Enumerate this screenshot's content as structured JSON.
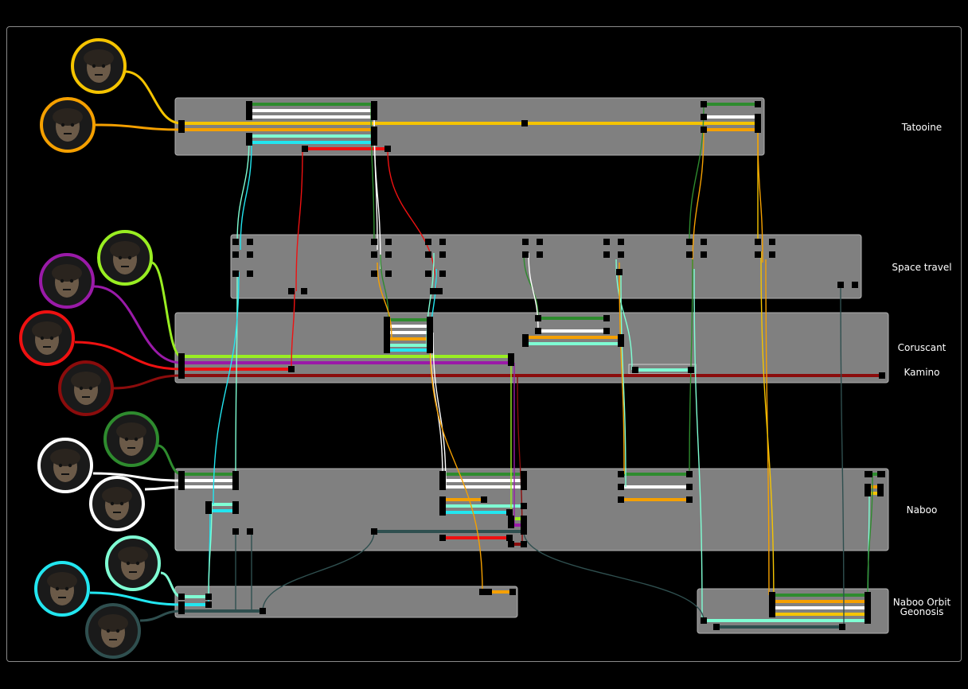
{
  "colors": {
    "background": "#000000",
    "panel": "#808080",
    "panel_border": "#b0b0b0",
    "node": "#000000"
  },
  "locations": [
    {
      "id": "tatooine",
      "label": "Tatooine"
    },
    {
      "id": "space",
      "label": "Space travel"
    },
    {
      "id": "coruscant",
      "label": "Coruscant"
    },
    {
      "id": "kamino",
      "label": "Kamino"
    },
    {
      "id": "naboo",
      "label": "Naboo"
    },
    {
      "id": "naboo-orbit",
      "label": "Naboo Orbit"
    },
    {
      "id": "geonosis",
      "label": "Geonosis"
    }
  ],
  "characters": [
    {
      "id": "c3po",
      "color": "#f5c400",
      "icon": "c3po-portrait-icon"
    },
    {
      "id": "vader",
      "color": "#f5a000",
      "icon": "darth-vader-portrait-icon"
    },
    {
      "id": "yoda",
      "color": "#99ee22",
      "icon": "yoda-portrait-icon"
    },
    {
      "id": "mace",
      "color": "#9a1aa8",
      "icon": "mace-windu-portrait-icon"
    },
    {
      "id": "maul",
      "color": "#ee1111",
      "icon": "darth-maul-portrait-icon"
    },
    {
      "id": "palpatine",
      "color": "#8b0c0c",
      "icon": "palpatine-portrait-icon"
    },
    {
      "id": "padme",
      "color": "#2e8b2e",
      "icon": "padme-portrait-icon"
    },
    {
      "id": "panaka",
      "color": "#ffffff",
      "icon": "captain-panaka-portrait-icon"
    },
    {
      "id": "r2d2",
      "color": "#ffffff",
      "icon": "r2d2-portrait-icon"
    },
    {
      "id": "obiwan",
      "color": "#7fffd4",
      "icon": "obi-wan-portrait-icon"
    },
    {
      "id": "quigon",
      "color": "#22e6f0",
      "icon": "qui-gon-portrait-icon"
    },
    {
      "id": "sidious",
      "color": "#2f4f4f",
      "icon": "sidious-portrait-icon"
    }
  ]
}
